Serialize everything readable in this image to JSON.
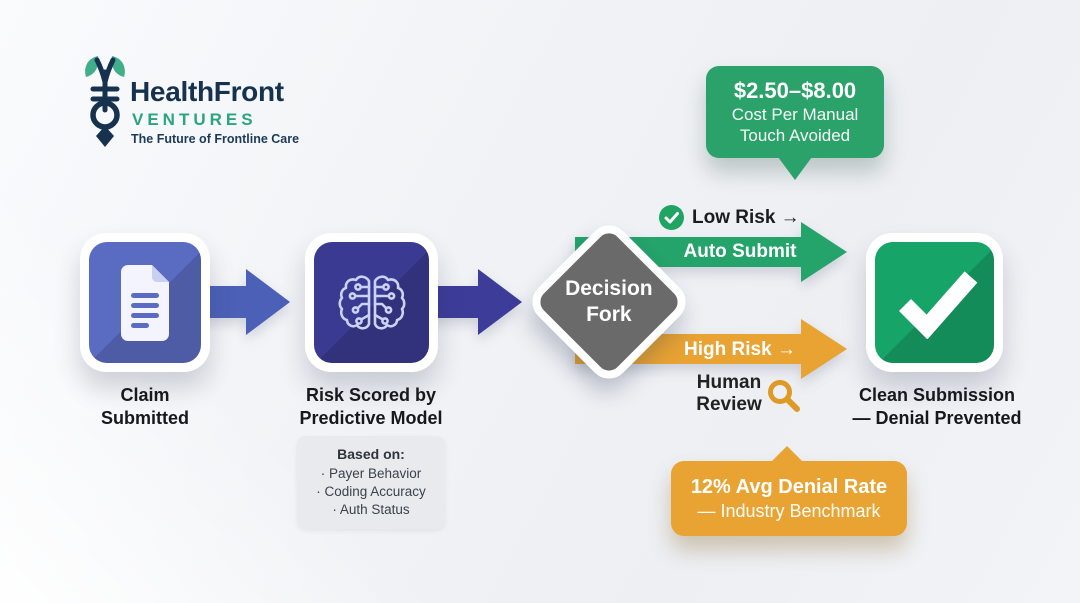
{
  "brand": {
    "name": "HealthFront",
    "division": "VENTURES",
    "tagline": "The Future of Frontline Care"
  },
  "callout_cost": {
    "amount": "$2.50–$8.00",
    "line2": "Cost Per Manual",
    "line3": "Touch Avoided"
  },
  "steps": {
    "claim": {
      "line1": "Claim",
      "line2": "Submitted"
    },
    "risk": {
      "line1": "Risk Scored by",
      "line2": "Predictive Model"
    },
    "result": {
      "line1": "Clean Submission",
      "line2": "— Denial Prevented"
    }
  },
  "based_on": {
    "title": "Based on:",
    "items": [
      "· Payer Behavior",
      "· Coding Accuracy",
      "· Auth Status"
    ]
  },
  "decision": {
    "line1": "Decision",
    "line2": "Fork"
  },
  "branches": {
    "low": {
      "label": "Low Risk →",
      "arrow_text": "Auto Submit"
    },
    "high": {
      "label": "High Risk →",
      "review_line1": "Human",
      "review_line2": "Review"
    }
  },
  "callout_denial": {
    "line1": "12% Avg Denial Rate",
    "line2": "— Industry Benchmark"
  },
  "colors": {
    "navy": "#16324f",
    "teal": "#2ba57e",
    "blue_box": "#5a6cc2",
    "blue_arrow": "#4c60b8",
    "indigo_box": "#3a3a92",
    "indigo_arrow": "#3d3c99",
    "gray_diamond": "#6a6a6a",
    "green": "#2aa26a",
    "green_box": "#16a468",
    "orange": "#e8a333",
    "text_dark": "#1b1c1e"
  }
}
